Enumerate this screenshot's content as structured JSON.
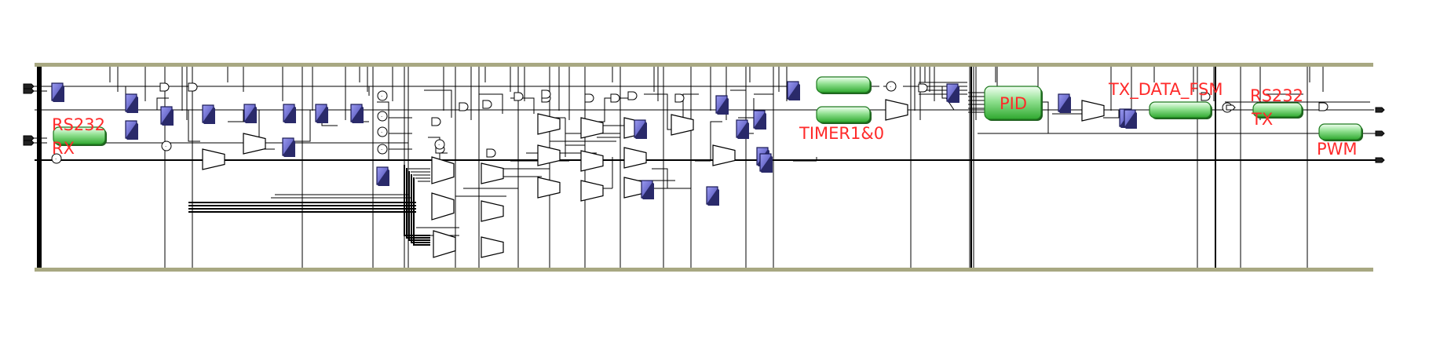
{
  "diagram": {
    "type": "rtl-schematic",
    "colors": {
      "rail": "#a8a882",
      "wire": "#000000",
      "register_fill": "#6a6ad2",
      "register_stroke": "#1a1a55",
      "module_fill": "#2fbf2f",
      "module_highlight": "#e8ffe8",
      "module_stroke": "#1f7a1f",
      "label": "#ff2a2a"
    },
    "labels": {
      "rs232_rx_line1": "RS232",
      "rs232_rx_line2": "RX",
      "timer": "TIMER1&0",
      "pid": "PID",
      "tx_data_fsm": "TX_DATA_FSM",
      "rs232_tx_line1": "RS232",
      "rs232_tx_line2": "TX",
      "pwm": "PWM"
    }
  }
}
